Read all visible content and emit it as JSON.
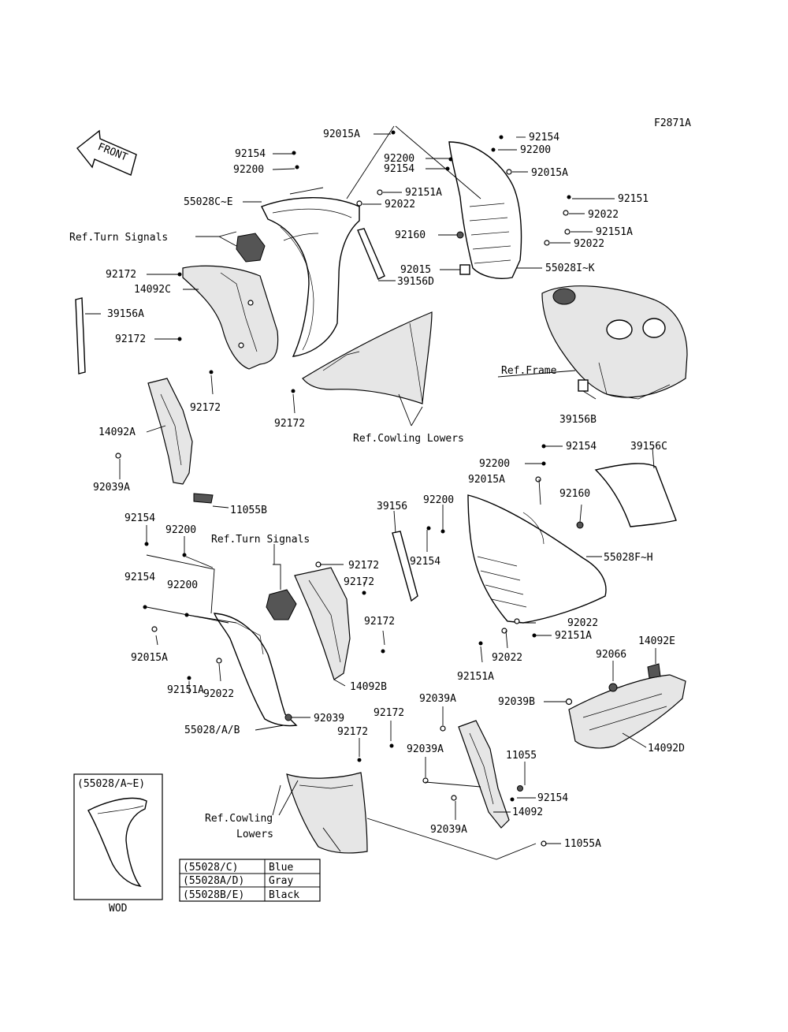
{
  "figure_code": "F2871A",
  "front_marker": "FRONT",
  "callouts": {
    "c001": "92015A",
    "c002": "92154",
    "c003": "92200",
    "c004": "92154",
    "c005": "92200",
    "c006": "92015A",
    "c007": "92154",
    "c008": "92200",
    "c009": "92151A",
    "c010": "55028C~E",
    "c011": "92022",
    "c012": "92151",
    "c013": "92022",
    "c014": "92151A",
    "c015": "92160",
    "c016": "92022",
    "c017": "Ref.Turn Signals",
    "c018": "92172",
    "c019": "92015",
    "c020": "55028I~K",
    "c021": "14092C",
    "c022": "39156D",
    "c023": "39156A",
    "c024": "92172",
    "c025": "Ref.Frame",
    "c026": "92172",
    "c027": "92172",
    "c028": "39156B",
    "c029": "14092A",
    "c030": "Ref.Cowling Lowers",
    "c031": "92154",
    "c032": "39156C",
    "c033": "92200",
    "c034": "92039A",
    "c035": "92015A",
    "c036": "92160",
    "c037": "39156",
    "c038": "92200",
    "c039": "11055B",
    "c040": "92154",
    "c041": "92200",
    "c042": "Ref.Turn Signals",
    "c043": "92154",
    "c044": "55028F~H",
    "c045": "92172",
    "c046": "92154",
    "c047": "92200",
    "c048": "92172",
    "c049": "92172",
    "c050": "92022",
    "c051": "92151A",
    "c052": "92015A",
    "c053": "92022",
    "c054": "14092E",
    "c055": "92066",
    "c056": "92151A",
    "c057": "14092B",
    "c058": "92151A",
    "c059": "92022",
    "c060": "92039A",
    "c061": "92039B",
    "c062": "92039",
    "c063": "92172",
    "c064": "55028/A/B",
    "c065": "92172",
    "c066": "14092D",
    "c067": "92039A",
    "c068": "11055",
    "c069": "92154",
    "c070": "Ref.Cowling",
    "c071": "Lowers",
    "c072": "14092",
    "c073": "92039A",
    "c074": "11055A"
  },
  "inset": {
    "title": "(55028/A~E)",
    "caption": "WOD"
  },
  "color_table": {
    "rows": [
      {
        "code": "(55028/C)",
        "color": "Blue"
      },
      {
        "code": "(55028A/D)",
        "color": "Gray"
      },
      {
        "code": "(55028B/E)",
        "color": "Black"
      }
    ]
  }
}
